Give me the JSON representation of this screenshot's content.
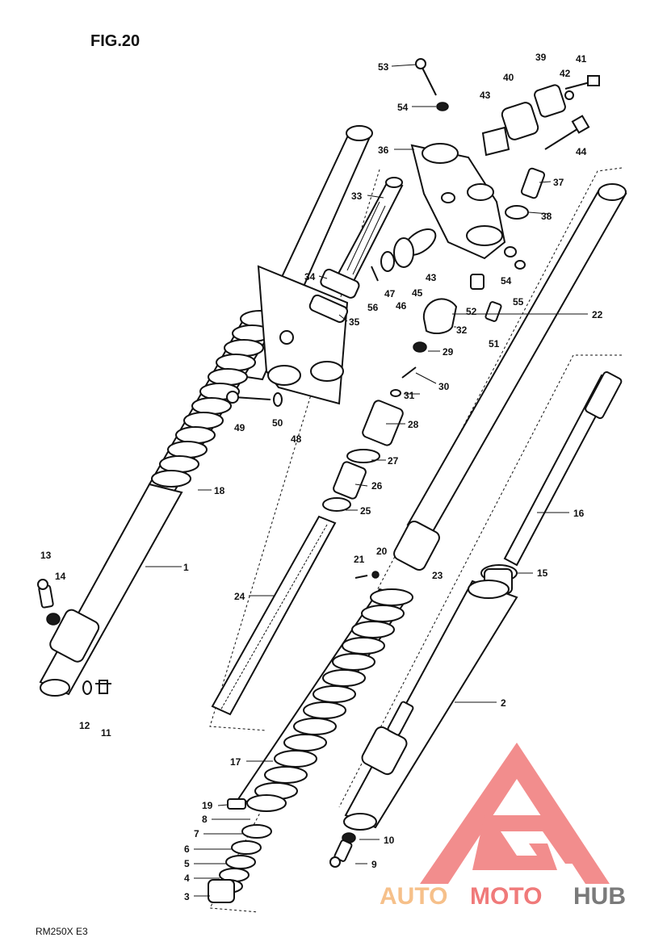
{
  "figure_title": "FIG.20",
  "model_code": "RM250X E3",
  "watermark": {
    "part_a": "AUTO",
    "part_b": "MOTO",
    "part_c": "HUB",
    "colors": {
      "auto": "#f6c08a",
      "moto": "#f07a7a",
      "hub": "#7a7a7a",
      "logo": "#f07a7a"
    }
  },
  "callouts": [
    "1",
    "2",
    "3",
    "4",
    "5",
    "6",
    "7",
    "8",
    "9",
    "10",
    "11",
    "12",
    "13",
    "14",
    "15",
    "16",
    "17",
    "18",
    "19",
    "20",
    "21",
    "22",
    "23",
    "24",
    "25",
    "26",
    "27",
    "28",
    "29",
    "30",
    "31",
    "32",
    "33",
    "34",
    "35",
    "36",
    "37",
    "38",
    "39",
    "40",
    "41",
    "42",
    "43",
    "44",
    "45",
    "46",
    "47",
    "48",
    "49",
    "50",
    "51",
    "52",
    "53",
    "54",
    "55",
    "56",
    "43",
    "54"
  ]
}
